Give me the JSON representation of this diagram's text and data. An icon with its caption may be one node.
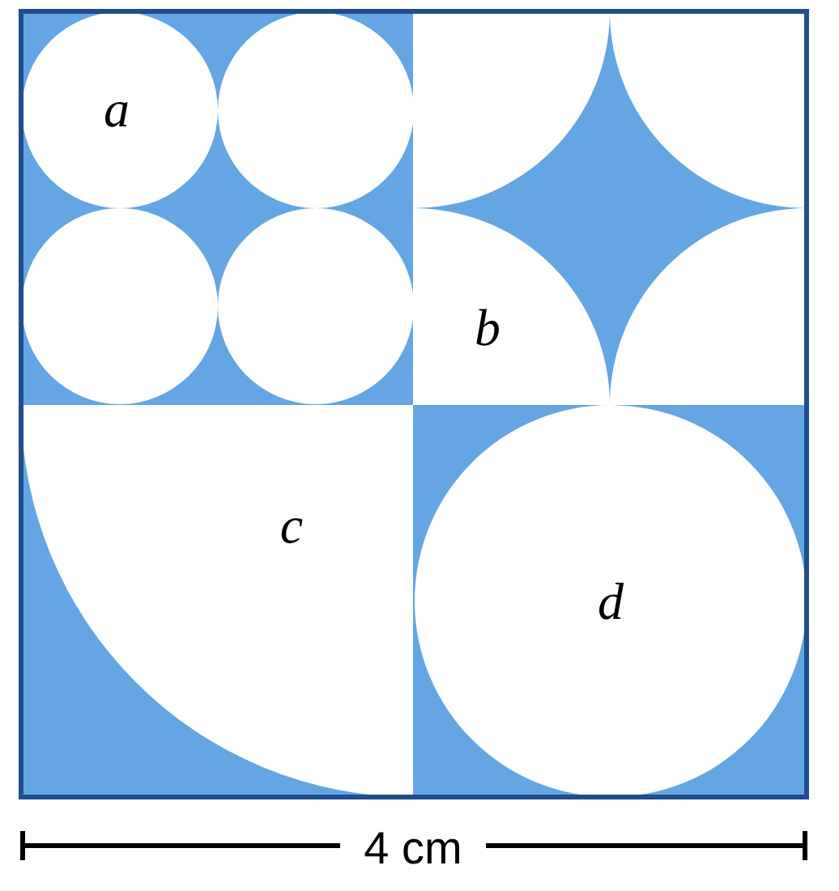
{
  "diagram": {
    "labels": [
      "a",
      "b",
      "c",
      "d",
      "4 cm"
    ]
  }
}
